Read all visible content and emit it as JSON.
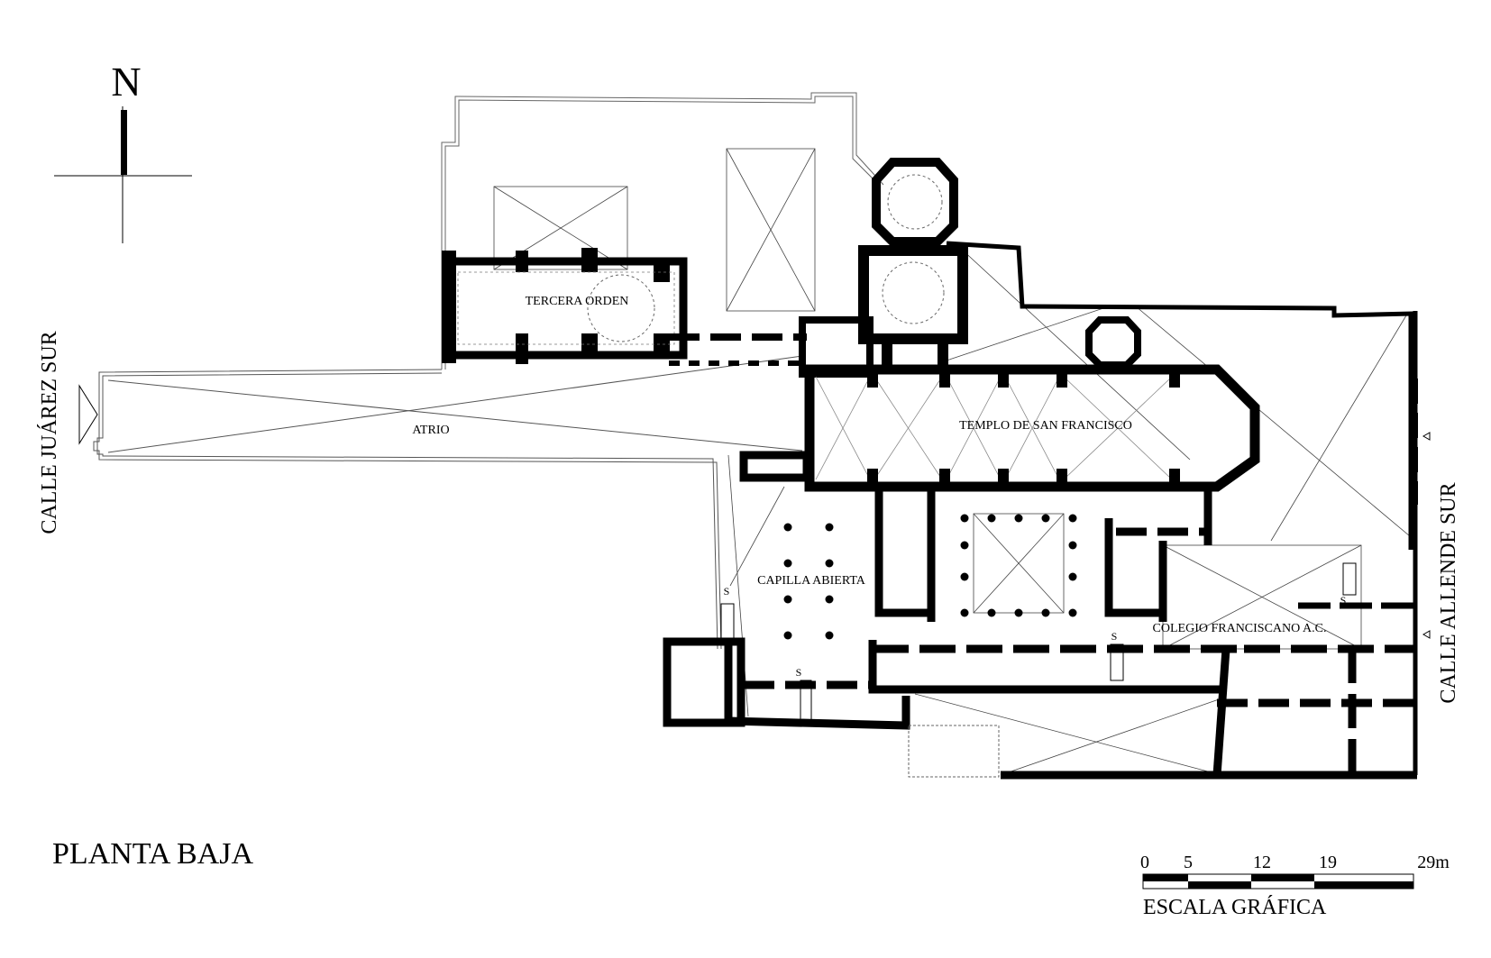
{
  "north": "N",
  "title": "PLANTA BAJA",
  "streets": {
    "west": "CALLE JUÁREZ SUR",
    "east": "CALLE ALLENDE SUR"
  },
  "rooms": {
    "tercera_orden": "TERCERA ORDEN",
    "atrio": "ATRIO",
    "templo": "TEMPLO DE SAN FRANCISCO",
    "capilla": "CAPILLA ABIERTA",
    "colegio": "COLEGIO FRANCISCANO A.C."
  },
  "stair_marker": "S",
  "scale": {
    "caption": "ESCALA GRÁFICA",
    "ticks": [
      "0",
      "5",
      "12",
      "19",
      "29m"
    ]
  },
  "colors": {
    "wall": "#000000",
    "outline": "#555555",
    "background": "#ffffff"
  }
}
